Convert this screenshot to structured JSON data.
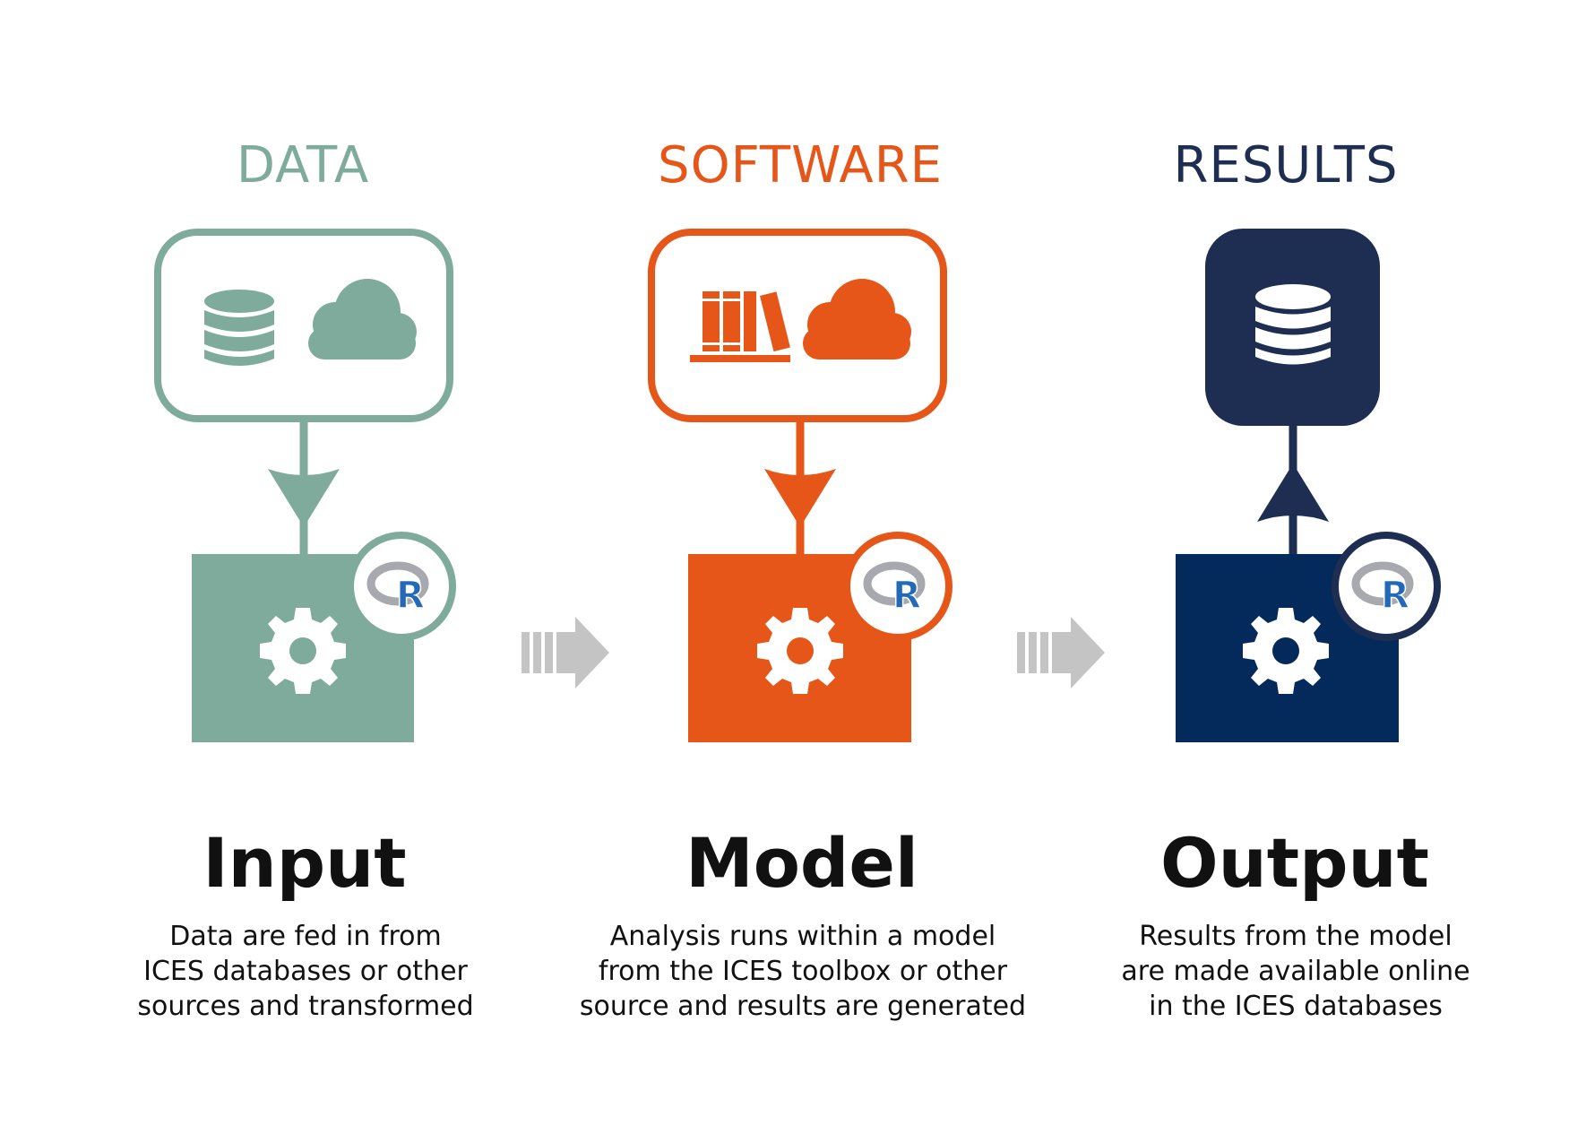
{
  "colors": {
    "data": "#7fab9d",
    "software": "#e65619",
    "results": "#1e2e52",
    "results_box": "#042a5c",
    "connector_arrow": "#c4c4c4",
    "r_logo_ring": "#a8a9ae",
    "r_logo_letter": "#2369b8"
  },
  "stages": [
    {
      "header": "DATA",
      "icons": [
        "database-icon",
        "cloud-icon"
      ],
      "badge": "R",
      "flow": "down",
      "title": "Input",
      "description": [
        "Data are fed in from",
        "ICES databases or other",
        "sources and transformed"
      ]
    },
    {
      "header": "SOFTWARE",
      "icons": [
        "books-icon",
        "cloud-icon"
      ],
      "badge": "R",
      "flow": "down",
      "title": "Model",
      "description": [
        "Analysis runs within a model",
        "from the ICES toolbox or other",
        "source and results are generated"
      ]
    },
    {
      "header": "RESULTS",
      "icons": [
        "database-icon"
      ],
      "badge": "R",
      "flow": "up",
      "title": "Output",
      "description": [
        "Results from the model",
        "are made available online",
        "in the ICES databases"
      ]
    }
  ]
}
